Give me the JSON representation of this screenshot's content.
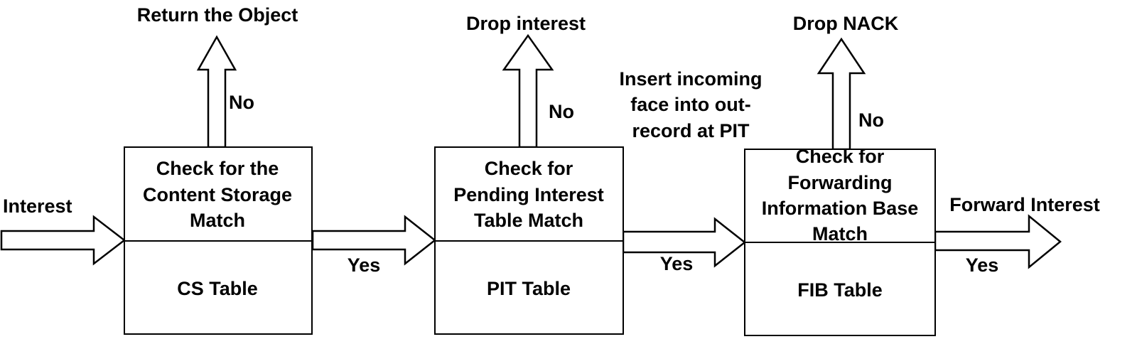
{
  "input_label": "Interest",
  "stages": [
    {
      "check_lines": [
        "Check for the",
        "Content Storage",
        "Match"
      ],
      "table_label": "CS Table",
      "no_label": "No",
      "no_outcome": [
        "Return the Object"
      ],
      "yes_label": "Yes"
    },
    {
      "check_lines": [
        "Check for",
        "Pending Interest",
        "Table Match"
      ],
      "table_label": "PIT Table",
      "no_label": "No",
      "no_outcome": [
        "Drop interest"
      ],
      "yes_label": "Yes",
      "yes_note": [
        "Insert incoming",
        "face into out-",
        "record at PIT"
      ]
    },
    {
      "check_lines": [
        "Check for",
        "Forwarding",
        "Information Base",
        "Match"
      ],
      "table_label": "FIB Table",
      "no_label": "No",
      "no_outcome": [
        "Drop NACK"
      ],
      "yes_label": "Yes",
      "yes_outcome": "Forward Interest"
    }
  ]
}
